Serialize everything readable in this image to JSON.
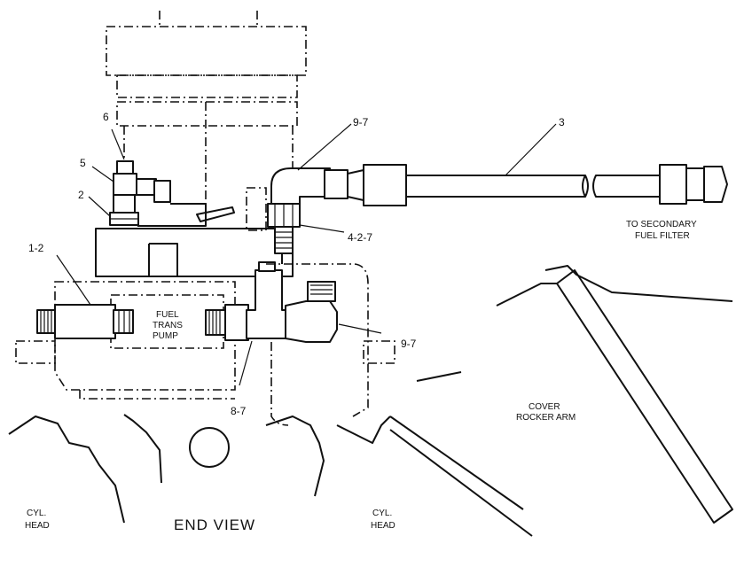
{
  "callouts": {
    "c6": "6",
    "c5": "5",
    "c2": "2",
    "c12": "1-2",
    "c97_top": "9-7",
    "c3": "3",
    "c427": "4-2-7",
    "c97_right": "9-7",
    "c87": "8-7"
  },
  "labels": {
    "to_secondary_1": "TO SECONDARY",
    "to_secondary_2": "FUEL FILTER",
    "pump_1": "FUEL",
    "pump_2": "TRANS",
    "pump_3": "PUMP",
    "cover_1": "COVER",
    "cover_2": "ROCKER ARM",
    "cyl_left_1": "CYL.",
    "cyl_left_2": "HEAD",
    "cyl_right_1": "CYL.",
    "cyl_right_2": "HEAD",
    "title": "END VIEW"
  }
}
